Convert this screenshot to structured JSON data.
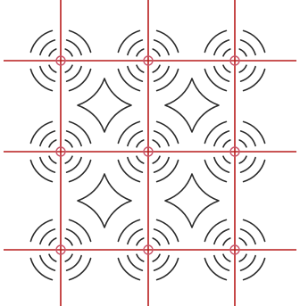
{
  "pattern": {
    "grid": {
      "rows": 3,
      "cols": 3
    },
    "diamonds": 4,
    "colors": {
      "ink": "#2a2a2a",
      "guide_line": "#b71c1c",
      "center_marker": "#c8556a",
      "background": "#ffffff"
    }
  }
}
